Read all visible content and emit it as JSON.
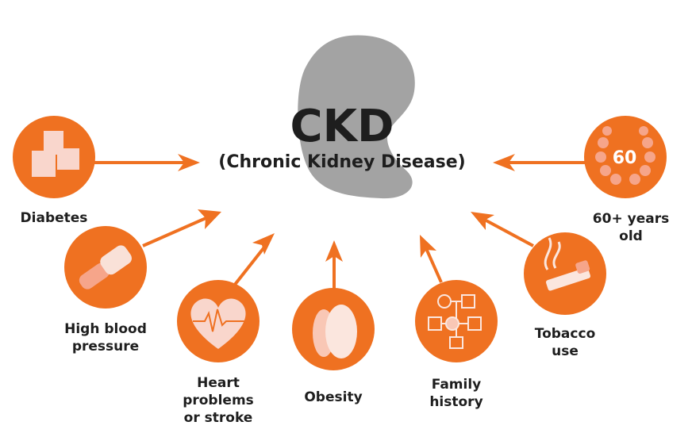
{
  "title": "CKD",
  "subtitle": "(Chronic Kidney Disease)",
  "colors": {
    "accent": "#ef7121",
    "kidney": "#a3a3a3",
    "icon_light": "#f9d6cc",
    "text": "#1e1e1e"
  },
  "risk_factors": [
    {
      "icon": "sugar-cubes-icon",
      "lines": [
        "Diabetes"
      ]
    },
    {
      "icon": "blood-pressure-cuff-icon",
      "lines": [
        "High blood",
        "pressure"
      ]
    },
    {
      "icon": "heart-ecg-icon",
      "lines": [
        "Heart",
        "problems",
        "or stroke"
      ]
    },
    {
      "icon": "body-silhouette-icon",
      "lines": [
        "Obesity"
      ]
    },
    {
      "icon": "family-tree-icon",
      "lines": [
        "Family",
        "history"
      ]
    },
    {
      "icon": "cigarette-icon",
      "lines": [
        "Tobacco",
        "use"
      ]
    },
    {
      "icon": "laurel-60-icon",
      "lines": [
        "60+ years",
        "old"
      ],
      "badge": "60"
    }
  ]
}
